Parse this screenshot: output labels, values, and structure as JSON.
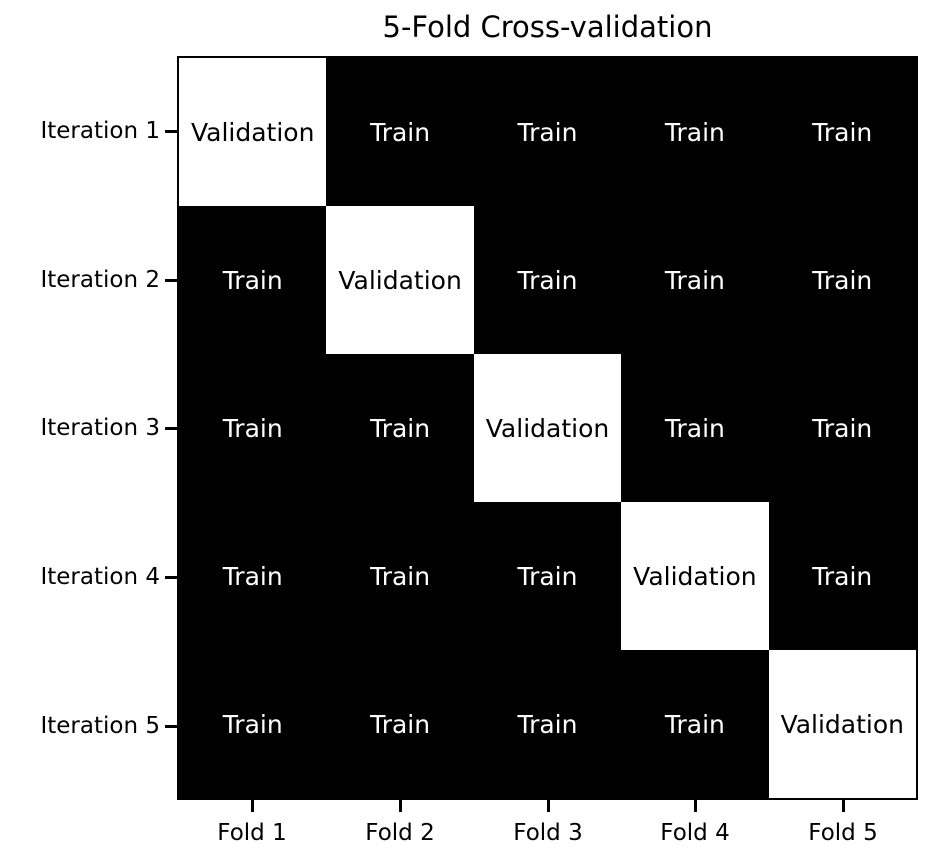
{
  "figure": {
    "title": "5-Fold Cross-validation"
  },
  "axes": {
    "y_tick_labels": [
      "Iteration 1",
      "Iteration 2",
      "Iteration 3",
      "Iteration 4",
      "Iteration 5"
    ],
    "x_tick_labels": [
      "Fold 1",
      "Fold 2",
      "Fold 3",
      "Fold 4",
      "Fold 5"
    ]
  },
  "chart_data": {
    "type": "heatmap",
    "title": "5-Fold Cross-validation",
    "rows": [
      "Iteration 1",
      "Iteration 2",
      "Iteration 3",
      "Iteration 4",
      "Iteration 5"
    ],
    "columns": [
      "Fold 1",
      "Fold 2",
      "Fold 3",
      "Fold 4",
      "Fold 5"
    ],
    "matrix": [
      [
        "Validation",
        "Train",
        "Train",
        "Train",
        "Train"
      ],
      [
        "Train",
        "Validation",
        "Train",
        "Train",
        "Train"
      ],
      [
        "Train",
        "Train",
        "Validation",
        "Train",
        "Train"
      ],
      [
        "Train",
        "Train",
        "Train",
        "Validation",
        "Train"
      ],
      [
        "Train",
        "Train",
        "Train",
        "Train",
        "Validation"
      ]
    ],
    "cell_semantics": {
      "diagonal": "Validation",
      "off_diagonal": "Train"
    },
    "colors": {
      "train_bg": "#000000",
      "train_text": "#ffffff",
      "validation_bg": "#ffffff",
      "validation_text": "#000000",
      "axes_text": "#000000",
      "figure_bg": "#ffffff"
    },
    "legend": "none",
    "grid": "off"
  }
}
